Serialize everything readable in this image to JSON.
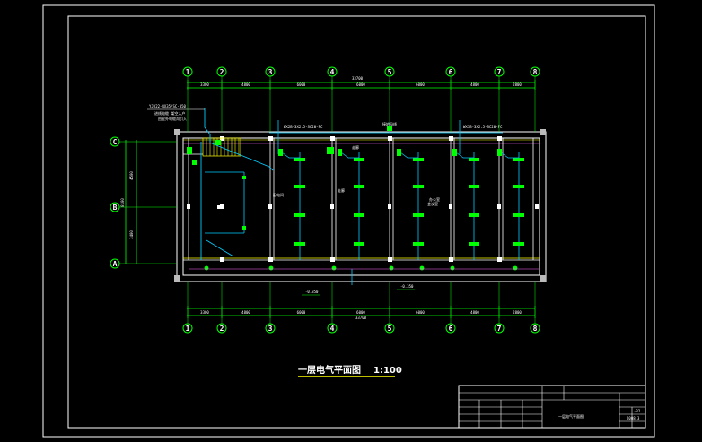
{
  "drawing": {
    "title": "一层电气平面图",
    "scale": "1:100"
  },
  "axes_top": [
    "1",
    "2",
    "3",
    "4",
    "5",
    "6",
    "7",
    "8"
  ],
  "axes_left": [
    "C",
    "B",
    "A"
  ],
  "dims_top_total": "33700",
  "dims_bottom_total": "33700",
  "dims_top": [
    "3300",
    "4800",
    "6000",
    "6000",
    "6000",
    "4800",
    "2800"
  ],
  "dims_bottom": [
    "3300",
    "4800",
    "6000",
    "6000",
    "6000",
    "4800",
    "2800"
  ],
  "dims_left": [
    "4500",
    "3400"
  ],
  "dims_left_total": "8100",
  "labels": {
    "cable_spec": "YJV22-4X35/SC-050",
    "cable_note1": "进线电缆 架空入户",
    "cable_note2": "由室外电缆沟引入",
    "panel1": "WX2B-3X2.5-SC20-FC",
    "panel2": "WX3B-3X2.5-SC20-FC",
    "ground": "接地母线",
    "elev1": "-0.350",
    "elev2": "-0.350",
    "room1": "配电间",
    "room2": "走廊",
    "room3": "办公室",
    "room4": "会议室"
  },
  "title_block": {
    "drawing_name": "一层电气平面图",
    "sheet_no": "-32",
    "date": "2008.3"
  }
}
